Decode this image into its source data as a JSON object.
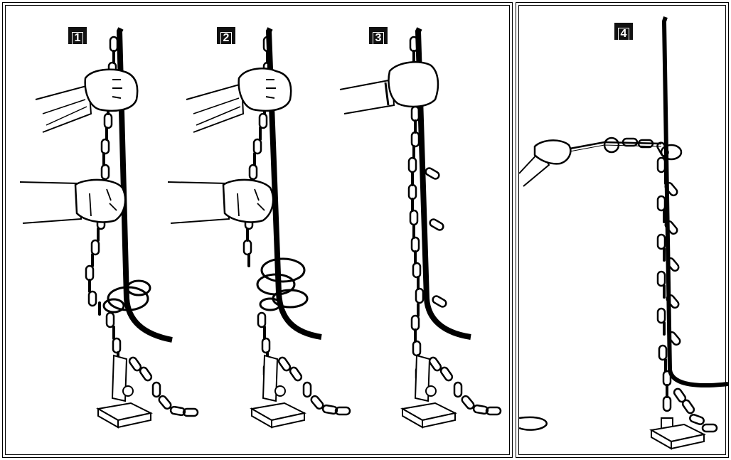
{
  "steps": [
    {
      "number": "1"
    },
    {
      "number": "2"
    },
    {
      "number": "3"
    },
    {
      "number": "4"
    }
  ],
  "colors": {
    "ink": "#000000",
    "paper": "#ffffff"
  }
}
